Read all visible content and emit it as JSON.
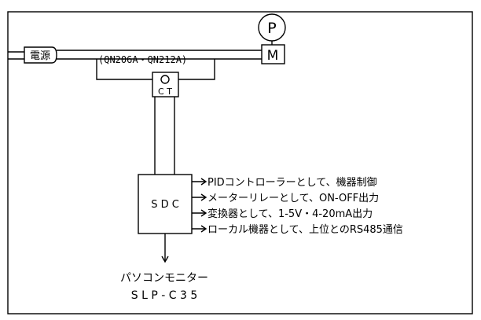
{
  "source_label": "電源",
  "pump_label": "P",
  "motor_label": "M",
  "ct_model_label": "(QN206A・QN212A)",
  "ct_label": "C T",
  "sdc_label": "S D C",
  "outputs": [
    "PIDコントローラーとして、機器制御",
    "メーターリレーとして、ON-OFF出力",
    "変換器として、1-5V・4-20mA出力",
    "ローカル機器として、上位とのRS485通信"
  ],
  "monitor_label": "パソコンモニター",
  "monitor_model": "S L P - C 3 5"
}
